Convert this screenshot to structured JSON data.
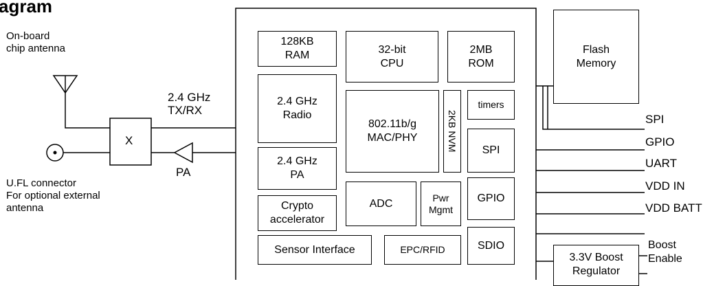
{
  "title": "agram",
  "antenna": {
    "chip_label_1": "On-board",
    "chip_label_2": "chip antenna",
    "ufl_label_1": "U.FL connector",
    "ufl_label_2": "For optional external",
    "ufl_label_3": "antenna",
    "switch_label": "X",
    "pa_label": "PA",
    "rf_label_1": "2.4 GHz",
    "rf_label_2": "TX/RX"
  },
  "blocks": {
    "ram_1": "128KB",
    "ram_2": "RAM",
    "cpu_1": "32-bit",
    "cpu_2": "CPU",
    "rom_1": "2MB",
    "rom_2": "ROM",
    "radio_1": "2.4 GHz",
    "radio_2": "Radio",
    "mac_1": "802.11b/g",
    "mac_2": "MAC/PHY",
    "nvm": "2KB NVM",
    "timers": "timers",
    "spi": "SPI",
    "pa_1": "2.4 GHz",
    "pa_2": "PA",
    "adc": "ADC",
    "pwr_1": "Pwr",
    "pwr_2": "Mgmt",
    "gpio": "GPIO",
    "crypto_1": "Crypto",
    "crypto_2": "accelerator",
    "sensor": "Sensor Interface",
    "epc": "EPC/RFID",
    "sdio": "SDIO",
    "flash_1": "Flash",
    "flash_2": "Memory",
    "boost_1": "3.3V Boost",
    "boost_2": "Regulator"
  },
  "pins": {
    "spi": "SPI",
    "gpio": "GPIO",
    "uart": "UART",
    "vdd_in": "VDD IN",
    "vdd_batt": "VDD BATT",
    "boost_1": "Boost",
    "boost_2": "Enable"
  }
}
